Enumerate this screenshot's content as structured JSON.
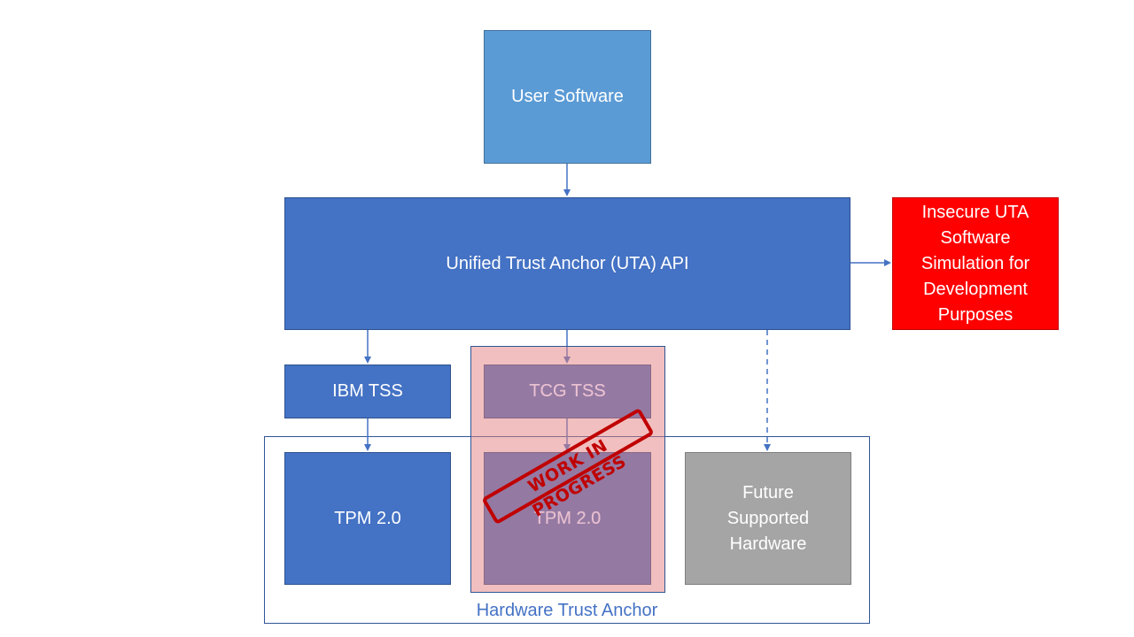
{
  "diagram": {
    "user_software": "User Software",
    "uta_api": "Unified Trust Anchor (UTA) API",
    "insecure_sim": [
      "Insecure UTA",
      "Software",
      "Simulation for",
      "Development",
      "Purposes"
    ],
    "ibm_tss": "IBM TSS",
    "tcg_tss": "TCG TSS",
    "tpm_left": "TPM 2.0",
    "tpm_middle": "TPM 2.0",
    "future_hw": [
      "Future",
      "Supported",
      "Hardware"
    ],
    "hw_trust_anchor": "Hardware Trust Anchor",
    "wip_stamp": "WORK IN PROGRESS"
  },
  "colors": {
    "light_blue": "#5b9bd5",
    "blue": "#4472c4",
    "red": "#ff0000",
    "grey": "#a5a5a5",
    "wip_overlay": "#e48080",
    "stamp": "#c00000"
  }
}
